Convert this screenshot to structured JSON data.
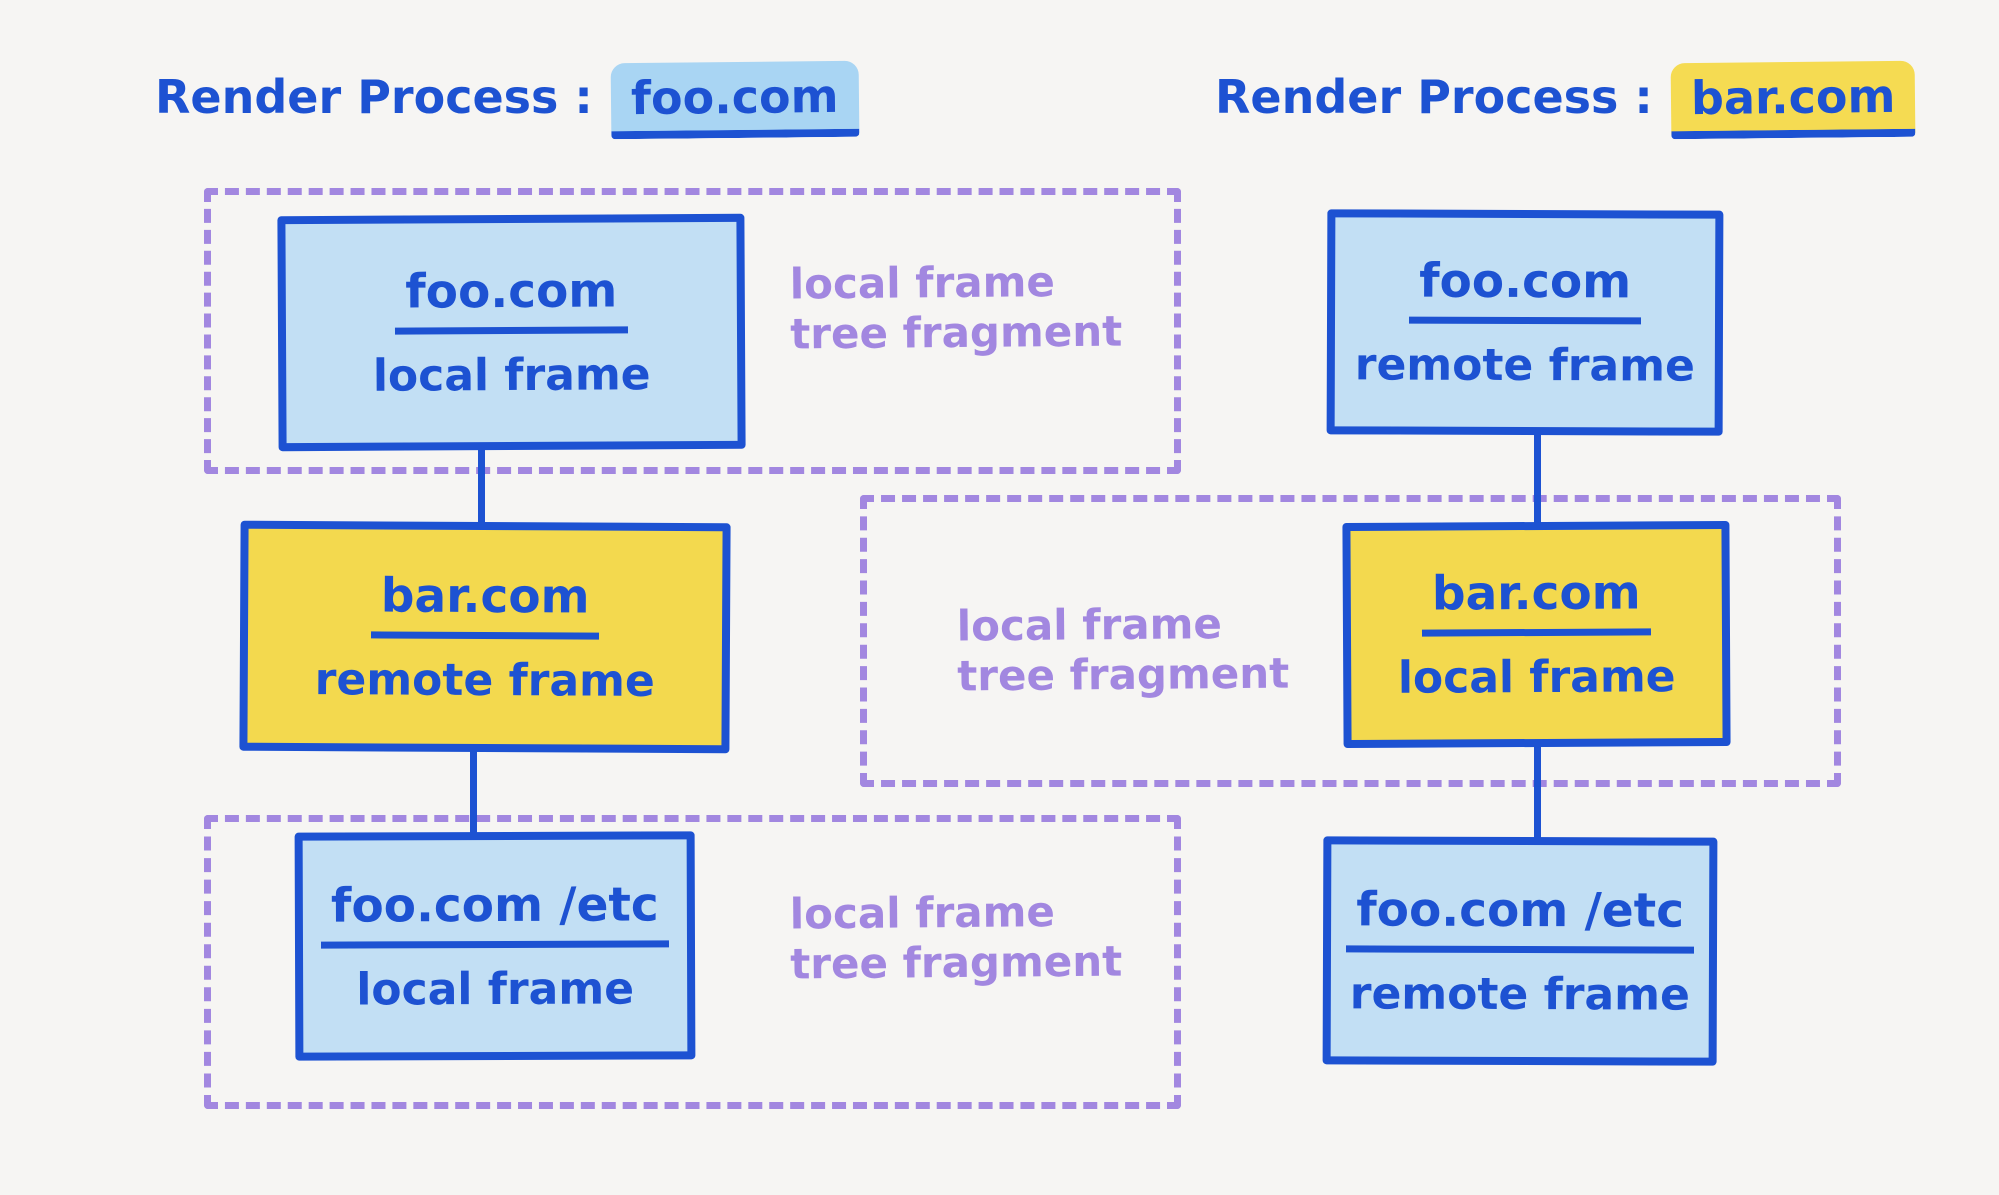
{
  "colors": {
    "background": "#f6f5f3",
    "ink_blue": "#1d52d2",
    "local_blue_fill": "#c2dff4",
    "blue_highlight": "#a9d5f3",
    "yellow_fill": "#f3d94e",
    "yellow_highlight": "#f5db52",
    "purple": "#a287e0"
  },
  "processes": {
    "left": {
      "title_prefix": "Render Process :",
      "title_domain": "foo.com",
      "nodes": [
        {
          "domain": "foo.com",
          "frame_type": "local frame",
          "color": "blue"
        },
        {
          "domain": "bar.com",
          "frame_type": "remote frame",
          "color": "yellow"
        },
        {
          "domain": "foo.com /etc",
          "frame_type": "local frame",
          "color": "blue"
        }
      ]
    },
    "right": {
      "title_prefix": "Render Process :",
      "title_domain": "bar.com",
      "nodes": [
        {
          "domain": "foo.com",
          "frame_type": "remote frame",
          "color": "blue"
        },
        {
          "domain": "bar.com",
          "frame_type": "local frame",
          "color": "yellow"
        },
        {
          "domain": "foo.com /etc",
          "frame_type": "remote frame",
          "color": "blue"
        }
      ]
    }
  },
  "fragment_labels": [
    {
      "line1": "local frame",
      "line2": "tree fragment"
    },
    {
      "line1": "local frame",
      "line2": "tree fragment"
    },
    {
      "line1": "local frame",
      "line2": "tree fragment"
    }
  ]
}
